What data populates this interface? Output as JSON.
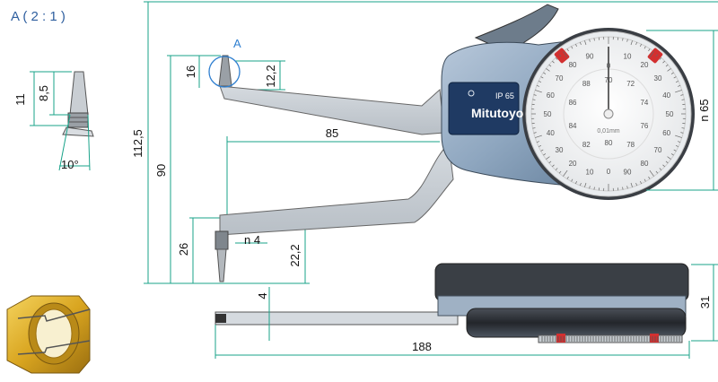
{
  "detail": {
    "title": "A ( 2 : 1 )",
    "callout": "A"
  },
  "dims": {
    "tip_length": "11",
    "tip_upper": "8,5",
    "tip_angle": "10°",
    "upper_tip_16": "16",
    "upper_tip_12_2": "12,2",
    "total_height": "112,5",
    "jaw_height": "90",
    "reach": "85",
    "lower_26": "26",
    "contact": "n 4",
    "lower_22_2": "22,2",
    "dial_dia": "n 65",
    "thickness": "4",
    "depth": "31",
    "length": "188"
  },
  "dial": {
    "brand": "Mitutoyo",
    "ip": "IP 65",
    "resolution": "0,01mm",
    "outer_left": [
      "90",
      "80",
      "70",
      "60",
      "50",
      "40",
      "30",
      "20",
      "10"
    ],
    "outer_right": [
      "10",
      "20",
      "30",
      "40",
      "50",
      "60",
      "70",
      "80",
      "90"
    ],
    "inner_left": [
      "88",
      "86",
      "84",
      "82"
    ],
    "inner_right": [
      "72",
      "74",
      "76",
      "78"
    ],
    "top_center": "0",
    "top_inner": "70",
    "bottom_inner": "80",
    "bottom_center": "0"
  },
  "colors": {
    "dim_line": "#1aa38a",
    "body": "#8fa6bf",
    "title": "#2f5f9f",
    "accent_red": "#d23030",
    "ring_gold": "#d9a520"
  }
}
